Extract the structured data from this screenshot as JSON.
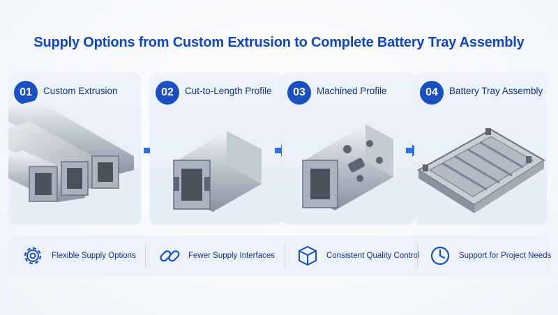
{
  "title": "Supply Options from Custom Extrusion to Complete Battery Tray Assembly",
  "steps": [
    {
      "number": "01",
      "label": "Custom Extrusion",
      "image": "aluminum-extrusion-bundle"
    },
    {
      "number": "02",
      "label": "Cut-to-Length Profile",
      "image": "cut-aluminum-profile"
    },
    {
      "number": "03",
      "label": "Machined Profile",
      "image": "machined-aluminum-profile"
    },
    {
      "number": "04",
      "label": "Battery Tray Assembly",
      "image": "battery-tray-frame"
    }
  ],
  "features": [
    {
      "label": "Flexible Supply Options",
      "icon": "gear-icon"
    },
    {
      "label": "Fewer Supply Interfaces",
      "icon": "link-icon"
    },
    {
      "label": "Consistent Quality Control",
      "icon": "cube-icon"
    },
    {
      "label": "Support for Project Needs",
      "icon": "clock-icon"
    }
  ],
  "colors": {
    "accent": "#1a4fbf",
    "title": "#1446b8",
    "card_bg": "#edf2fa",
    "text": "#16327a"
  }
}
